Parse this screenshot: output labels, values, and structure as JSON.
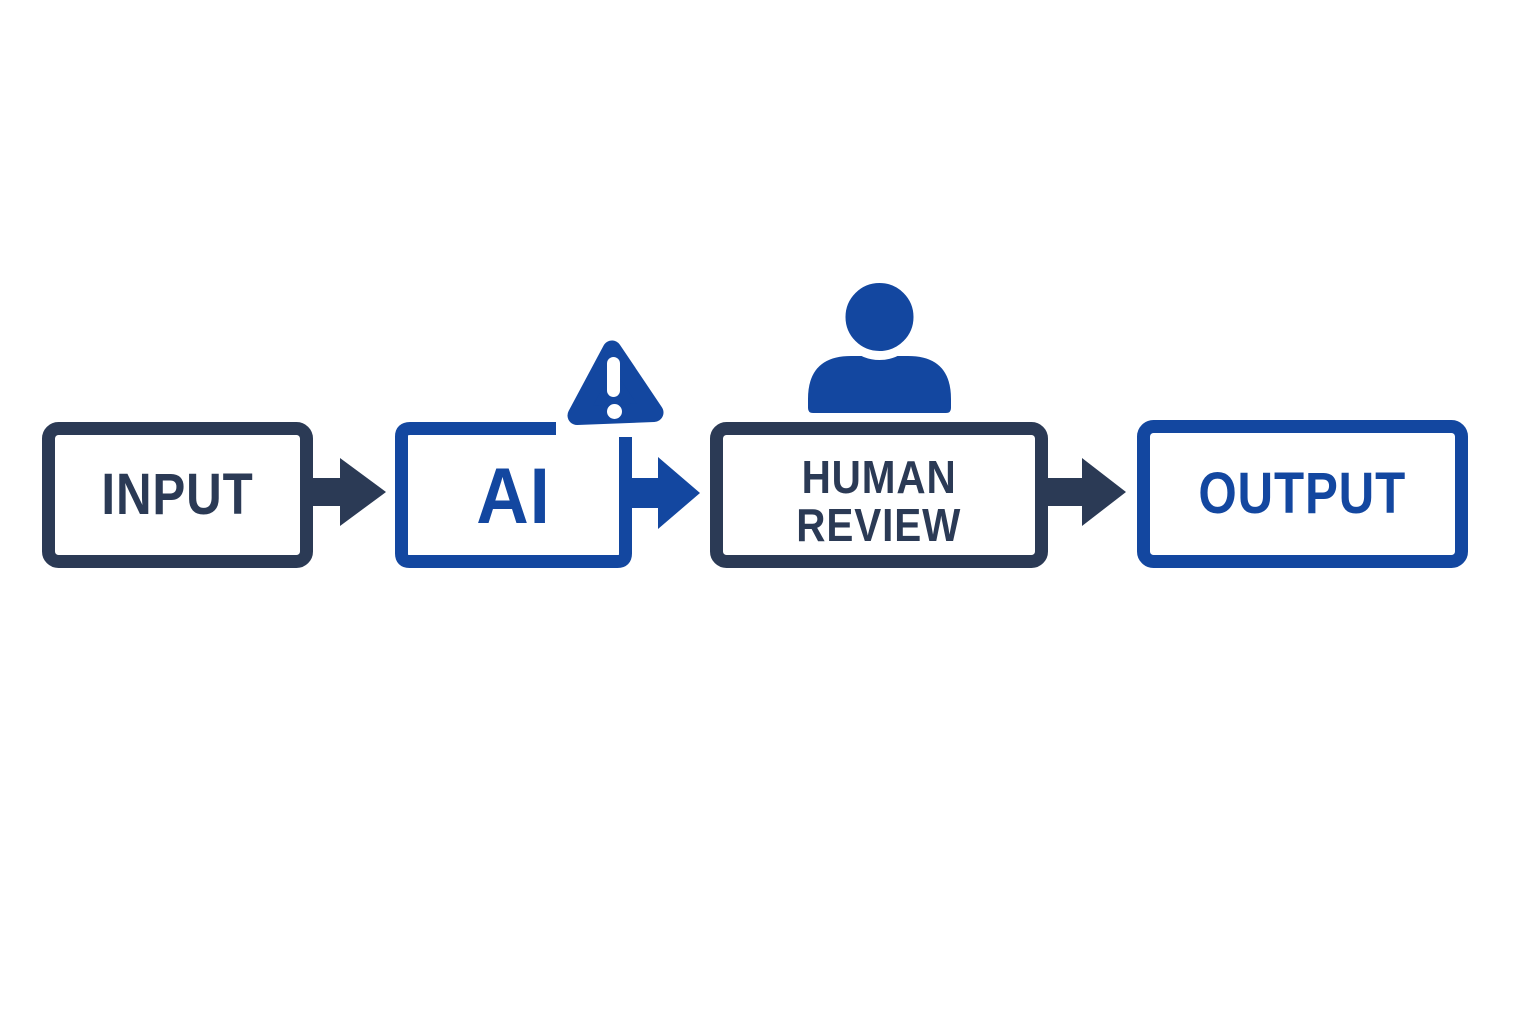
{
  "diagram": {
    "type": "flowchart",
    "direction": "left-to-right",
    "background": "#ffffff",
    "colors": {
      "navy": "#2b3a55",
      "blue": "#1347a0",
      "white": "#ffffff"
    },
    "nodes": [
      {
        "id": "input",
        "label": "INPUT",
        "accent": "navy"
      },
      {
        "id": "ai",
        "label": "AI",
        "accent": "blue",
        "icon": "warning-icon"
      },
      {
        "id": "human-review",
        "label": "HUMAN REVIEW",
        "line1": "HUMAN",
        "line2": "REVIEW",
        "accent": "navy",
        "icon": "person-icon"
      },
      {
        "id": "output",
        "label": "OUTPUT",
        "accent": "blue"
      }
    ],
    "connections": [
      {
        "from": "input",
        "to": "ai",
        "color": "navy"
      },
      {
        "from": "ai",
        "to": "human-review",
        "color": "blue"
      },
      {
        "from": "human-review",
        "to": "output",
        "color": "navy"
      }
    ],
    "icons": [
      {
        "name": "warning-icon",
        "meaning": "alert on AI step"
      },
      {
        "name": "person-icon",
        "meaning": "human reviewer"
      }
    ]
  }
}
